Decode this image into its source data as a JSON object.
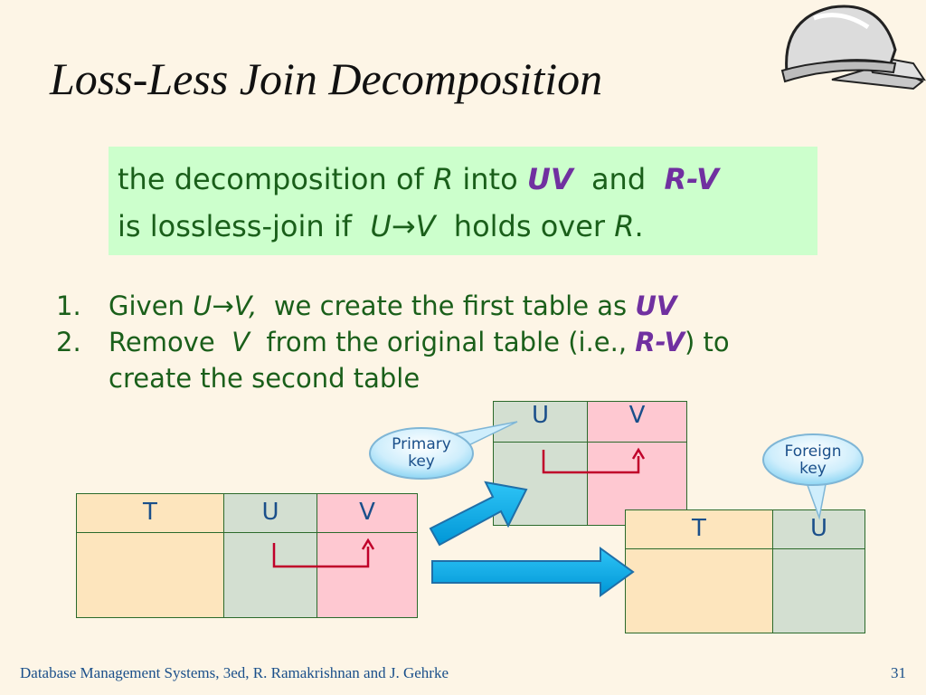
{
  "title": "Loss-Less Join Decomposition",
  "definition": {
    "line1_a": "the decomposition of ",
    "line1_r": "R",
    "line1_b": " into ",
    "line1_uv": "UV",
    "line1_c": "  and  ",
    "line1_rv": "R-V",
    "line2_a": "is lossless-join if  ",
    "line2_fd": "U→V",
    "line2_b": "  holds over ",
    "line2_r": "R",
    "line2_c": "."
  },
  "steps": [
    {
      "num": "1.",
      "a": "Given ",
      "fd": "U→V,",
      "b": "  we create the first table as ",
      "c": "UV"
    },
    {
      "num": "2.",
      "a": "Remove  ",
      "v": "V",
      "b": "  from the original table (i.e., ",
      "rv": "R-V",
      "c": ") to",
      "d": "create the second table"
    }
  ],
  "original_table": {
    "headers": [
      "T",
      "U",
      "V"
    ]
  },
  "uv_table": {
    "headers": [
      "U",
      "V"
    ]
  },
  "tu_table": {
    "headers": [
      "T",
      "U"
    ]
  },
  "callouts": {
    "primary": [
      "Primary",
      "key"
    ],
    "foreign": [
      "Foreign",
      "key"
    ]
  },
  "footer": {
    "citation": "Database Management Systems, 3ed, R. Ramakrishnan and J. Gehrke",
    "page": "31"
  },
  "colors": {
    "background": "#fdf5e6",
    "definition_box": "#ccffcc",
    "text_green": "#1a5f1a",
    "highlight_purple": "#7030a0",
    "cell_tan": "#fde5bd",
    "cell_gray": "#d3dfd1",
    "cell_pink": "#fec8d1",
    "arrow_cyan": "#00b0f0",
    "fd_arrow_red": "#c0002a"
  },
  "icons": {
    "helmet": "hard-hat-gloves-icon"
  }
}
